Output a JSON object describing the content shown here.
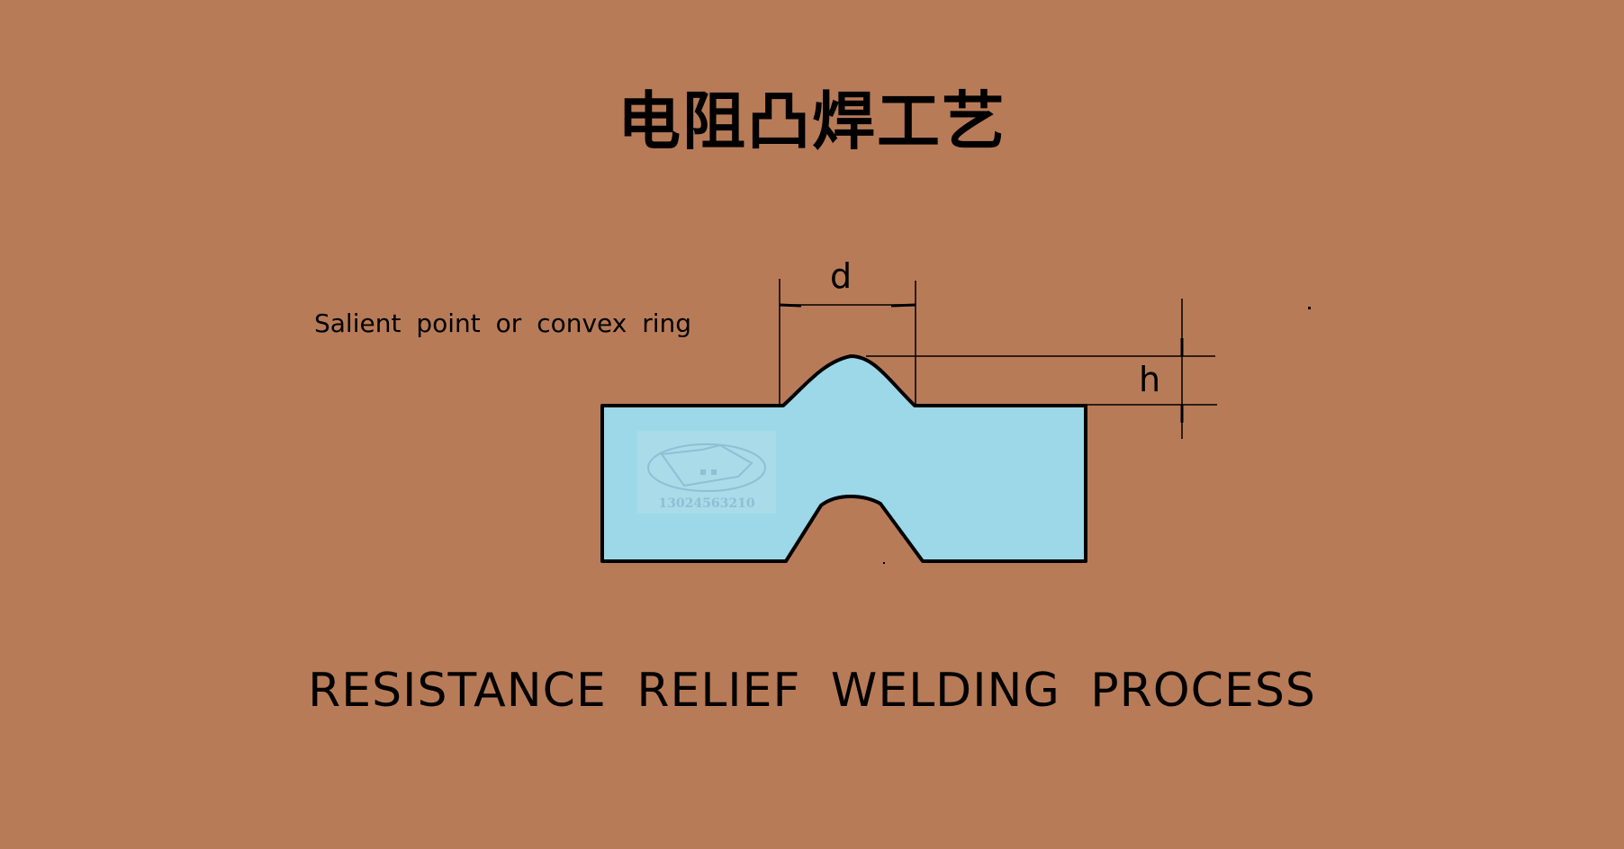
{
  "title": "电阻凸焊工艺",
  "label": "Salient point or convex ring",
  "dimensions": {
    "width_label": "d",
    "height_label": "h"
  },
  "watermark": {
    "phone": "13024563210"
  },
  "footer": "RESISTANCE RELIEF WELDING PROCESS",
  "colors": {
    "background": "#b87b58",
    "part_fill": "#9cd8e8",
    "outline": "#000000"
  }
}
